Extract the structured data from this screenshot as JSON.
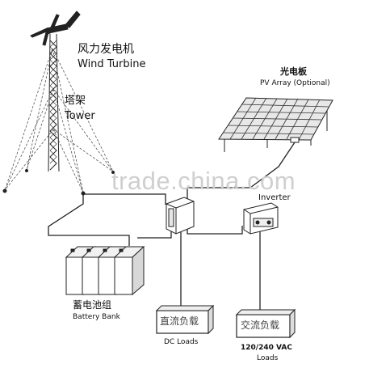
{
  "wind_turbine": {
    "label_cn": "风力发电机",
    "label_en": "Wind Turbine"
  },
  "tower": {
    "label_cn": "塔架",
    "label_en": "Tower"
  },
  "pv_array": {
    "label_cn": "光电板",
    "label_en": "PV Array (Optional)"
  },
  "inverter": {
    "label_en": "Inverter"
  },
  "battery_bank": {
    "label_cn": "蓄电池组",
    "label_en": "Battery Bank"
  },
  "dc_loads": {
    "label_cn": "直流负载",
    "label_en": "DC Loads"
  },
  "ac_loads": {
    "label_cn": "交流负载",
    "label_en_line1": "120/240 VAC",
    "label_en_line2": "Loads"
  },
  "watermark": "trade.china.com"
}
